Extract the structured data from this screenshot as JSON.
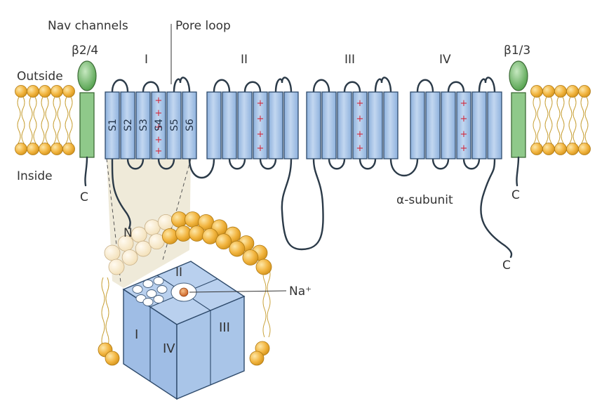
{
  "labels": {
    "nav_channels": "Nav channels",
    "pore_loop": "Pore loop",
    "outside": "Outside",
    "inside": "Inside",
    "beta_left": "β2/4",
    "beta_right": "β1/3",
    "alpha_subunit": "α-subunit",
    "n_terminus": "N",
    "c_left": "C",
    "c_right_beta": "C",
    "c_alpha": "C",
    "sodium": "Na⁺",
    "plus": "+"
  },
  "domains": [
    "I",
    "II",
    "III",
    "IV"
  ],
  "segments": [
    "S1",
    "S2",
    "S3",
    "S4",
    "S5",
    "S6"
  ],
  "pore_domains": {
    "top": "II",
    "left": "I",
    "front": "IV",
    "right": "III"
  },
  "colors": {
    "helix": "#a9c5e8",
    "helix_stroke": "#2e4a6b",
    "lipid_head": "#f2b540",
    "lipid_head_stroke": "#b07a14",
    "lipid_tail": "#c9a23a",
    "beta_body": "#8fc98a",
    "beta_head": "#64b25e",
    "charge": "#d0283c",
    "loop": "#2b3a48",
    "cone": "#ece6d2"
  }
}
